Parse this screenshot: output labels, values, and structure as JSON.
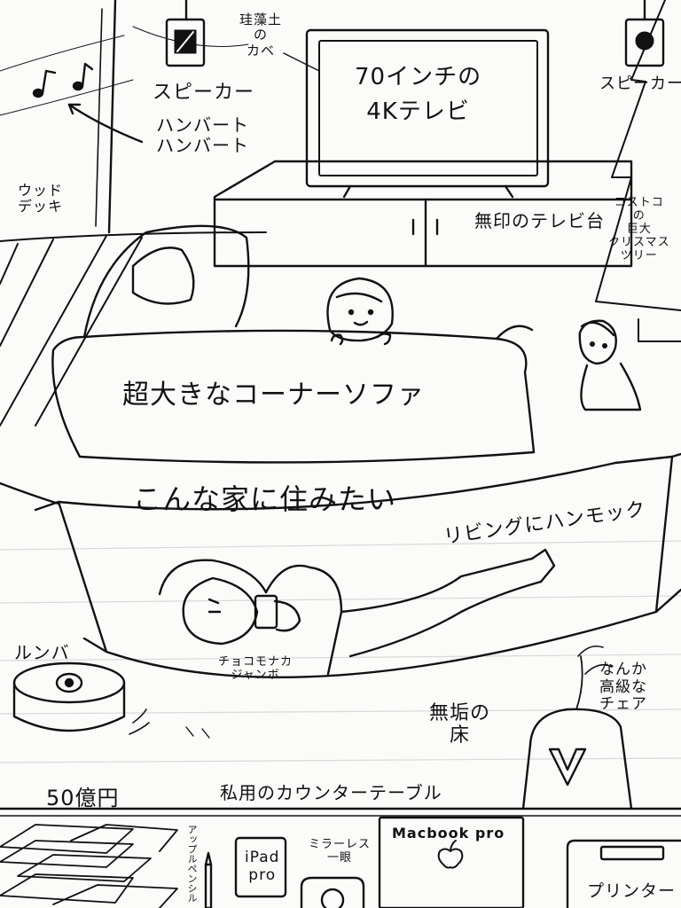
{
  "labels": {
    "speaker_left": "スピーカー",
    "speaker_right": "スピーカー",
    "wall": "珪藻土\nの\nカベ",
    "tv": "70インチの\n4Kテレビ",
    "music": "ハンバート\nハンバート",
    "wood_deck": "ウッド\nデッキ",
    "tv_stand": "無印のテレビ台",
    "xmas_tree": "コストコ\nの\n巨大\nクリスマス\nツリー",
    "sofa": "超大きなコーナーソファ",
    "headline": "こんな家に住みたい",
    "hammock": "リビングにハンモック",
    "snack": "チョコモナカ\nジャンボ",
    "roomba": "ルンバ",
    "floor": "無垢の\n床",
    "chair": "なんか\n高級な\nチェア",
    "money": "50億円",
    "counter": "私用のカウンターテーブル",
    "pencil": "アップルペンシル",
    "ipad": "iPad\npro",
    "camera": "ミラーレス\n一眼",
    "laptop": "Macbook pro",
    "printer": "プリンター"
  },
  "icons": {
    "music_notes": "music-notes-icon",
    "apple_logo": "apple-logo-icon"
  },
  "colors": {
    "ink": "#111111",
    "paper": "#fbfbfa",
    "floor_line": "#d8d8d8"
  }
}
